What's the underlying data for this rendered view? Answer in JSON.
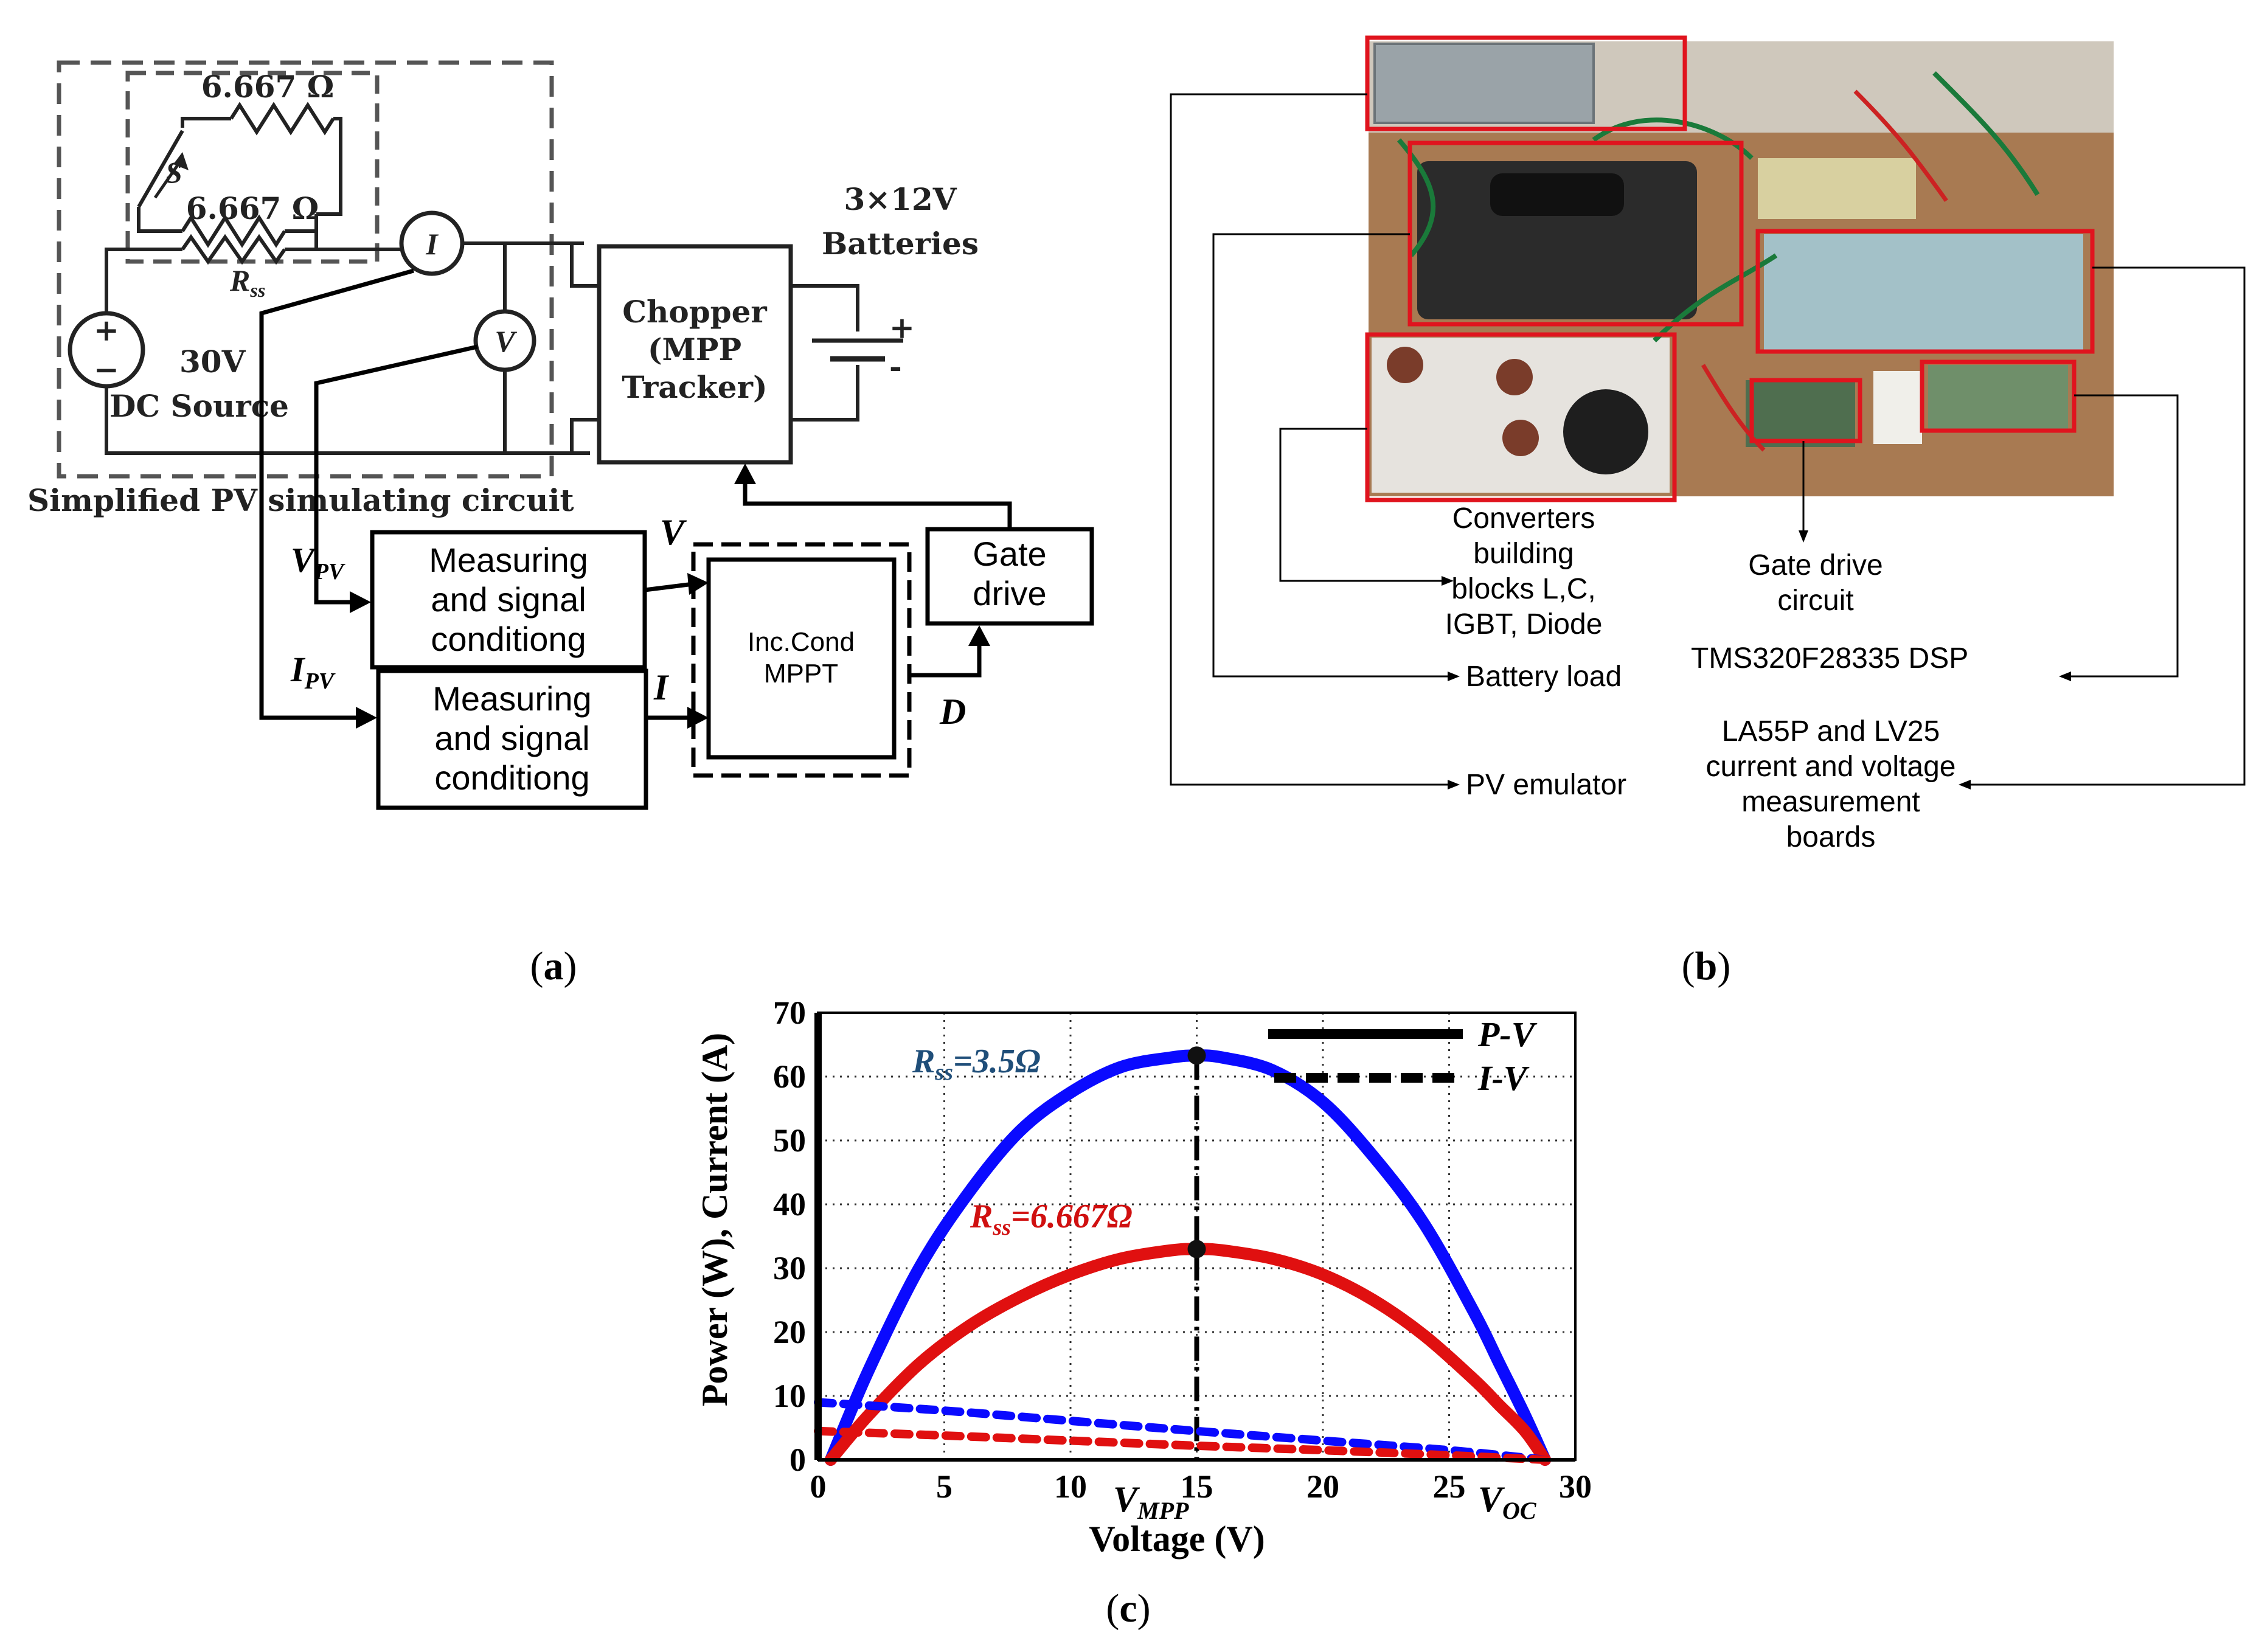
{
  "panel_a": {
    "label_open": "(",
    "label_letter": "a",
    "label_close": ")",
    "resistor_top": "6.667 Ω",
    "resistor_mid": "6.667 Ω",
    "switch_label": "S",
    "rss_label": "R",
    "rss_sub": "ss",
    "source_voltage": "30V",
    "source_name": "DC Source",
    "batteries_line1": "3×12V",
    "batteries_line2": "Batteries",
    "chopper_line1": "Chopper",
    "chopper_line2": "(MPP",
    "chopper_line3": "Tracker)",
    "current_meter": "I",
    "voltage_meter": "V",
    "pv_circuit_caption": "Simplified PV simulating circuit",
    "vpv_main": "V",
    "vpv_sub": "PV",
    "ipv_main": "I",
    "ipv_sub": "PV",
    "meas1_line1": "Measuring",
    "meas1_line2": "and signal",
    "meas1_line3": "conditiong",
    "meas2_line1": "Measuring",
    "meas2_line2": "and signal",
    "meas2_line3": "conditiong",
    "sig_v": "V",
    "sig_i": "I",
    "mppt_line1": "Inc.Cond",
    "mppt_line2": "MPPT",
    "gate_line1": "Gate",
    "gate_line2": "drive",
    "duty": "D"
  },
  "panel_b": {
    "label_open": "(",
    "label_letter": "b",
    "label_close": ")",
    "converters_line1": "Converters",
    "converters_line2": "building",
    "converters_line3": "blocks L,C,",
    "converters_line4": "IGBT, Diode",
    "gate_line1": "Gate drive",
    "gate_line2": "circuit",
    "battery_load": "Battery load",
    "dsp": "TMS320F28335 DSP",
    "pv_emulator": "PV emulator",
    "meas_line1": "LA55P and LV25",
    "meas_line2": "current and voltage",
    "meas_line3": "measurement",
    "meas_line4": "boards"
  },
  "panel_c": {
    "label_open": "(",
    "label_letter": "c",
    "label_close": ")",
    "vmpp_main": "V",
    "vmpp_sub": "MPP",
    "voc_main": "V",
    "voc_sub": "OC",
    "rss1_main": "R",
    "rss1_sub": "ss",
    "rss1_value": "=3.5Ω",
    "rss2_main": "R",
    "rss2_sub": "ss",
    "rss2_value": "=6.667Ω"
  },
  "colors": {
    "blue_series": "#0a0aff",
    "red_series": "#e01010",
    "rss1_text": "#1f4e79",
    "rss2_text": "#d01010",
    "highlight_box": "#e0141e",
    "dashed": "#555555"
  },
  "chart_data": {
    "type": "line",
    "xlabel": "Voltage (V)",
    "ylabel": "Power (W), Current (A)",
    "xlim": [
      0,
      30
    ],
    "ylim": [
      0,
      70
    ],
    "xticks": [
      0,
      5,
      10,
      15,
      20,
      25,
      30
    ],
    "yticks": [
      0,
      10,
      20,
      30,
      40,
      50,
      60,
      70
    ],
    "grid": true,
    "legend": [
      {
        "label": "P-V",
        "style": "solid"
      },
      {
        "label": "I-V",
        "style": "dashed"
      }
    ],
    "legend_position": "top-right",
    "series": [
      {
        "kind": "P-V",
        "color": "blue",
        "style": "solid",
        "x": [
          0.5,
          2,
          4,
          6,
          8,
          10,
          12,
          14,
          15,
          16,
          18,
          20,
          22,
          24,
          26,
          27,
          28,
          28.8
        ],
        "y": [
          0,
          14,
          30,
          42,
          51.5,
          57.5,
          61.5,
          63,
          63.3,
          63,
          61,
          56,
          47.5,
          37,
          23,
          15,
          7,
          0
        ]
      },
      {
        "kind": "P-V",
        "color": "red",
        "style": "solid",
        "x": [
          0.5,
          2,
          4,
          6,
          8,
          10,
          12,
          14,
          15,
          16,
          18,
          20,
          22,
          24,
          26,
          27,
          28,
          28.8
        ],
        "y": [
          0,
          7,
          15,
          21,
          25.5,
          29,
          31.5,
          32.8,
          33,
          32.8,
          31.5,
          29,
          25,
          19.5,
          12.5,
          8.5,
          4.5,
          0
        ]
      },
      {
        "kind": "I-V",
        "color": "blue",
        "style": "dashed",
        "x": [
          0,
          5,
          10,
          15,
          20,
          25,
          28.8
        ],
        "y": [
          9,
          7.7,
          6.1,
          4.5,
          3.0,
          1.5,
          0
        ]
      },
      {
        "kind": "I-V",
        "color": "red",
        "style": "dashed",
        "x": [
          0,
          5,
          10,
          15,
          20,
          25,
          28.8
        ],
        "y": [
          4.5,
          3.8,
          3.0,
          2.2,
          1.5,
          0.7,
          0
        ]
      }
    ],
    "mpp_points": [
      {
        "x": 15,
        "y": 63.3
      },
      {
        "x": 15,
        "y": 33
      }
    ],
    "vmpp_x": 15,
    "voc_x": 28.8
  }
}
